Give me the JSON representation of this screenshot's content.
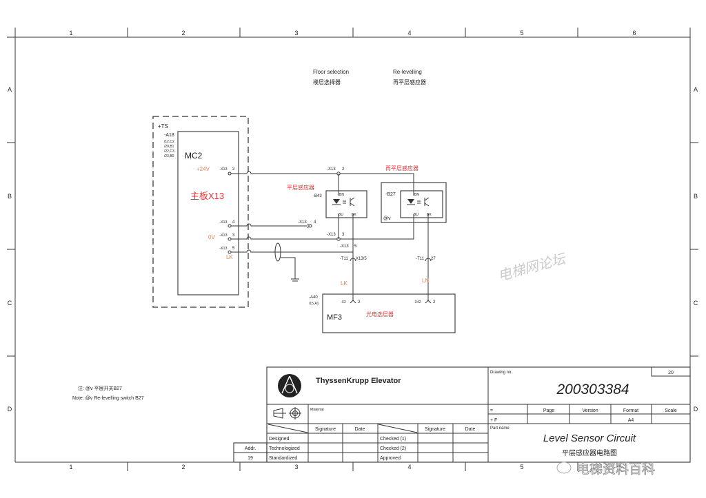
{
  "frame": {
    "columns": [
      "1",
      "2",
      "3",
      "4",
      "5",
      "6"
    ],
    "rows": [
      "A",
      "B",
      "C",
      "D"
    ]
  },
  "headings": {
    "floor_selection_en": "Floor selection",
    "floor_selection_cn": "楼层选择器",
    "relevelling_en": "Re-levelling",
    "relevelling_cn": "再平层感应器"
  },
  "controller": {
    "ts": "+TS",
    "a18": "-A18",
    "refs": [
      "/12,C2",
      "/20,B1",
      "/22,C3",
      "/23,B0"
    ],
    "name": "MC2",
    "board_label": "主板X13",
    "v24": "+24V",
    "v0": "0V",
    "lk": "LK",
    "terminals": [
      {
        "tag": "-X13",
        "pin": "2"
      },
      {
        "tag": "-X13",
        "pin": "4"
      },
      {
        "tag": "-X13",
        "pin": "3"
      },
      {
        "tag": "-X13",
        "pin": "5"
      }
    ]
  },
  "sensors": {
    "b43_cn": "平层感应器",
    "b43": "-B43",
    "b27_cn": "再平层感应器",
    "b27": "-B27",
    "at_v": "@v",
    "bn": "BN",
    "bu": "BU",
    "bk": "BK",
    "x13_2": "-X13",
    "x13_2_pin": "2",
    "x13_4": "-X13",
    "x13_4_pin": "4",
    "x13_3": "-X13",
    "x13_3_pin": "3",
    "x13_5": "-X13",
    "x13_5_pin": "5",
    "t11_a": "-T11",
    "t11_a_pin": "X13/5",
    "t11_b": "-T11",
    "t11_b_pin": "27",
    "lk": "LK",
    "ln": "LN"
  },
  "mf3": {
    "a40": "-A40",
    "ref": "/15,A1",
    "name": "MF3",
    "label_cn": "光电选层器",
    "x2": "-X2",
    "x2_pin": "2",
    "x42": "-X42",
    "x42_pin": "2"
  },
  "watermark": "电梯网论坛",
  "notes": {
    "cn": "注: @v 平层开关B27",
    "en": "Note: @v Re-levelling switch B27"
  },
  "title_block": {
    "company": "ThyssenKrupp Elevator",
    "material_label": "Material",
    "drawing_no_label": "Drawing no.",
    "drawing_no": "200303384",
    "sheet": "20",
    "eq": "=",
    "plus_f": "+ F",
    "page_label": "Page",
    "version_label": "Version",
    "format_label": "Format",
    "scale_label": "Scale",
    "format_value": "A4",
    "part_name_label": "Part name",
    "part_name": "Level Sensor Circuit",
    "part_name_cn": "平层感应器电路图",
    "signature": "Signature",
    "date": "Date",
    "designed": "Designed",
    "technologized": "Technologized",
    "standardized": "Standardized",
    "checked1": "Checked (1)",
    "checked2": "Checked (2)",
    "approved": "Approved",
    "addr_label": "Addr.",
    "addr_value": "19"
  },
  "footer_watermark": "电梯资料百科",
  "colors": {
    "red": "#e8343a",
    "orange": "#f08050",
    "line": "#333333"
  }
}
